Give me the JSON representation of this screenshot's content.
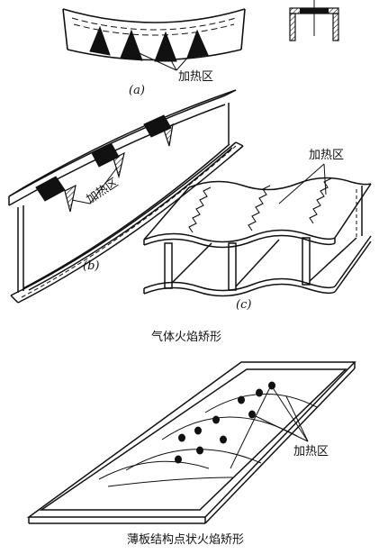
{
  "labels": {
    "heating_zone": "加热区",
    "caption_a": "(a)",
    "caption_b": "(b)",
    "caption_c": "(c)",
    "section_gas_flame": "气体火焰矫形",
    "section_thin_plate": "薄板结构点状火焰矫形"
  }
}
